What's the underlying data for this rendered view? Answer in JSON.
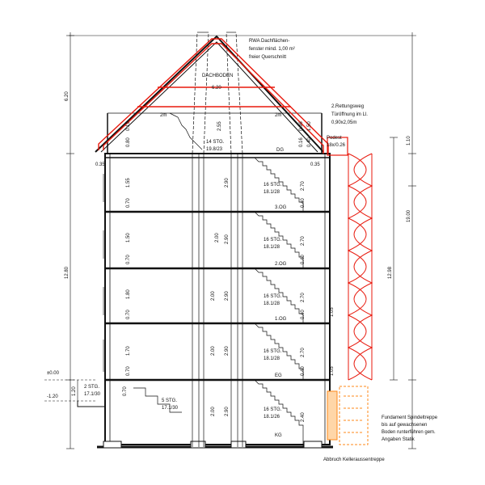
{
  "annotations": {
    "rwa": [
      "RWA Dachflächen-",
      "fenster mind. 1,00 m²",
      "freier Querschnitt"
    ],
    "escape": [
      "2.Rettungsweg",
      "Türöffnung im Ll.",
      "0,90x2,05m"
    ],
    "foundation": [
      "Fundament Spindeltreppe",
      "bis auf gewachsenen",
      "Boden runterführen gem.",
      "Angaben Statik"
    ],
    "demolition": "Abbruch Kelleraussentreppe",
    "dachboden": "DACHBODEN",
    "podest": [
      "Podest",
      "18x/0.26"
    ],
    "dach_stair": [
      "14 STG.",
      "19.8/23"
    ],
    "kg_stair": [
      "5 STG.",
      "17.1/30"
    ],
    "entry_stair": [
      "2 STG.",
      "17.1/30"
    ]
  },
  "floors": [
    {
      "label": "DG",
      "stair": [
        "",
        ""
      ]
    },
    {
      "label": "3.OG",
      "stair": [
        "16 STG.",
        "18.1/28"
      ]
    },
    {
      "label": "2.OG",
      "stair": [
        "16 STG.",
        "18.1/28"
      ]
    },
    {
      "label": "1.OG",
      "stair": [
        "16 STG.",
        "18.1/28"
      ]
    },
    {
      "label": "EG",
      "stair": [
        "16 STG.",
        "18.1/28"
      ]
    },
    {
      "label": "KG",
      "stair": [
        "16 STG.",
        "18.1/26"
      ]
    }
  ],
  "levels": {
    "zero": "±0.00",
    "minus": "-1.20"
  },
  "dimensions": {
    "left_roof": "6.20",
    "left_total": "12.80",
    "left_entry": "1.20",
    "right_upper": "1.10",
    "right_total": "19.00",
    "right_mid": "12.98",
    "right_low1": "1.05",
    "right_low2": "1.05",
    "top_ridge": "6.20",
    "roof_small": "2.55",
    "roof_0_80": "0.80",
    "roof_0_15": "0.15",
    "roof_0_35_l": "0.35",
    "roof_0_35_r": "0.35",
    "dg_16": "0.16",
    "dg_96": "0.96",
    "dg_40": "0.40",
    "dg_50": "1.50",
    "dg_2m_left": "2m",
    "dg_2m_right": "2m",
    "kg_70": "0.70",
    "floor_small": [
      "1.55",
      "1.50",
      "1.80",
      "1.70"
    ],
    "floor_low": [
      "0.70",
      "0.70",
      "0.70",
      "0.70"
    ],
    "chimney_h": [
      "2.90",
      "2.90",
      "2.90",
      "2.90",
      "2.90"
    ],
    "stair_h": [
      "2.00",
      "2.00",
      "2.00",
      "2.00"
    ],
    "right_floor_h": [
      "2.70",
      "2.70",
      "2.70",
      "2.70",
      "2.40"
    ],
    "right_floor_s": [
      "0.40",
      "0.40",
      "0.40",
      "0.40"
    ]
  }
}
